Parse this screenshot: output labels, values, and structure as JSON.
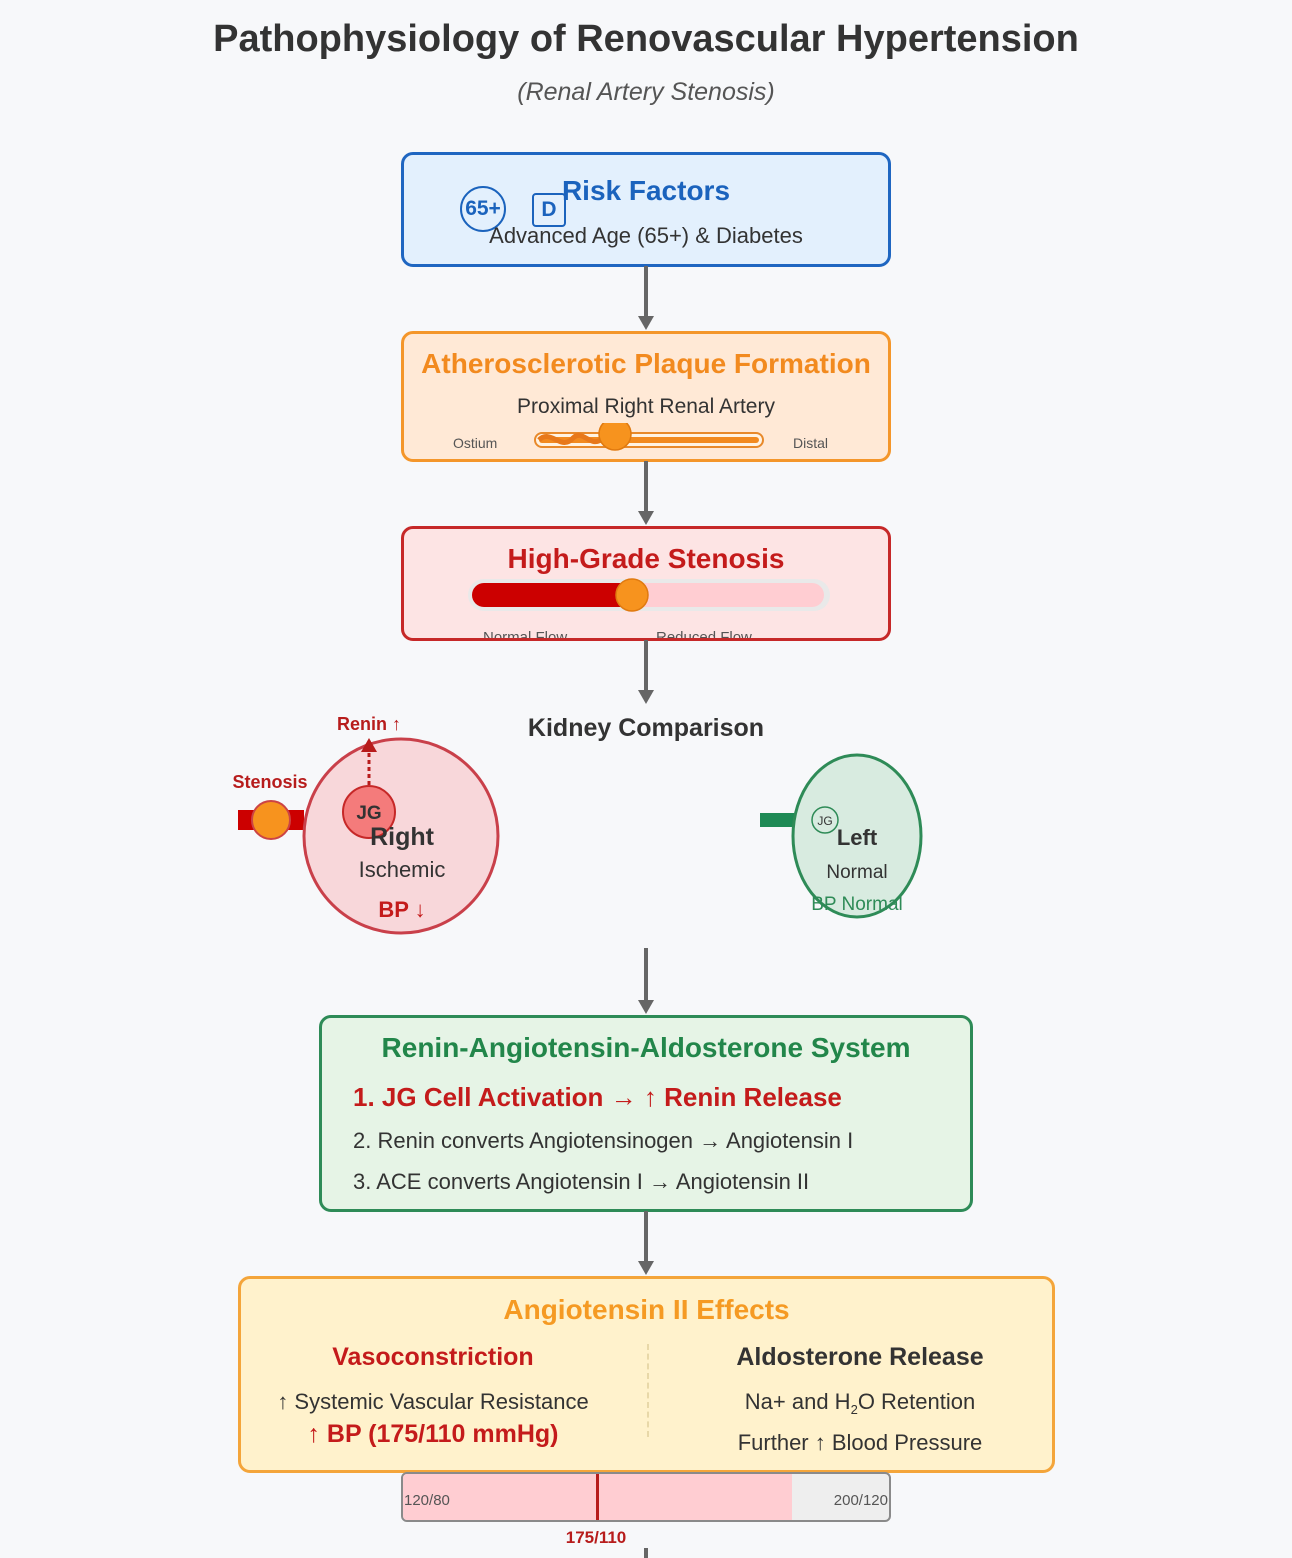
{
  "title": "Pathophysiology of Renovascular Hypertension",
  "subtitle": "(Renal Artery Stenosis)",
  "risk": {
    "heading": "Risk Factors",
    "text": "Advanced Age (65+) & Diabetes",
    "age_icon": "65+",
    "diabetes_icon": "D",
    "color": "#1b63bd"
  },
  "plaque": {
    "heading": "Atherosclerotic Plaque Formation",
    "text": "Proximal Right Renal Artery",
    "ostium_label": "Ostium",
    "distal_label": "Distal",
    "color": "#f28a1f"
  },
  "stenosis": {
    "heading": "High-Grade Stenosis",
    "normal_label": "Normal Flow",
    "reduced_label": "Reduced Flow",
    "color": "#c41b1b"
  },
  "kidneys": {
    "title": "Kidney Comparison",
    "right": {
      "name": "Right",
      "state": "Ischemic",
      "bp": "BP ↓",
      "jg": "JG",
      "renin": "Renin ↑",
      "stenosis_label": "Stenosis"
    },
    "left": {
      "name": "Left",
      "state": "Normal",
      "bp": "BP Normal",
      "jg": "JG"
    }
  },
  "raas": {
    "heading": "Renin-Angiotensin-Aldosterone System",
    "steps": [
      "1. JG Cell Activation → ↑ Renin Release",
      "2. Renin converts Angiotensinogen → Angiotensin I",
      "3. ACE converts Angiotensin I → Angiotensin II"
    ],
    "color": "#22864a"
  },
  "angiotensin": {
    "heading": "Angiotensin II Effects",
    "vaso": {
      "heading": "Vasoconstriction",
      "line1": "↑ Systemic Vascular Resistance",
      "line2": "↑ BP (175/110 mmHg)"
    },
    "aldo": {
      "heading": "Aldosterone Release",
      "line1_a": "Na+ and H",
      "line1_sub": "2",
      "line1_b": "O Retention",
      "line2": "Further ↑ Blood Pressure"
    }
  },
  "bp_scale": {
    "min_label": "120/80",
    "max_label": "200/120",
    "current_label": "175/110",
    "current_fraction": 0.4,
    "fill_fraction": 0.8
  }
}
